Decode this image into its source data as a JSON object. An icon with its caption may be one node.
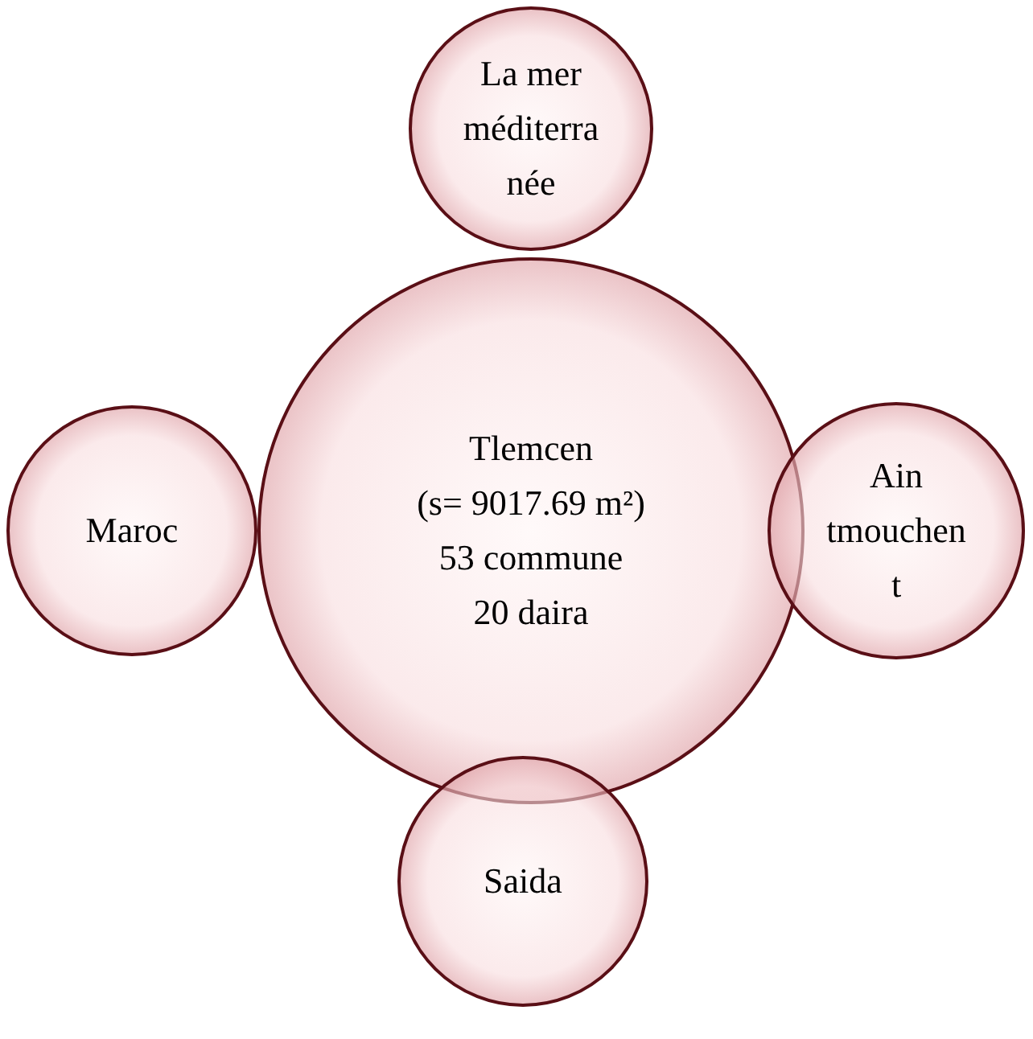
{
  "diagram": {
    "nodes": [
      {
        "text": [
          "La mer méditerranée"
        ]
      },
      {
        "text": [
          "Maroc"
        ]
      },
      {
        "text": [
          "Tlemcen",
          "(s= 9017.69 m²)",
          "53 commune",
          "20 daira"
        ]
      },
      {
        "text": [
          "Ain tmouchent"
        ]
      },
      {
        "text": [
          "Saida"
        ]
      }
    ]
  }
}
